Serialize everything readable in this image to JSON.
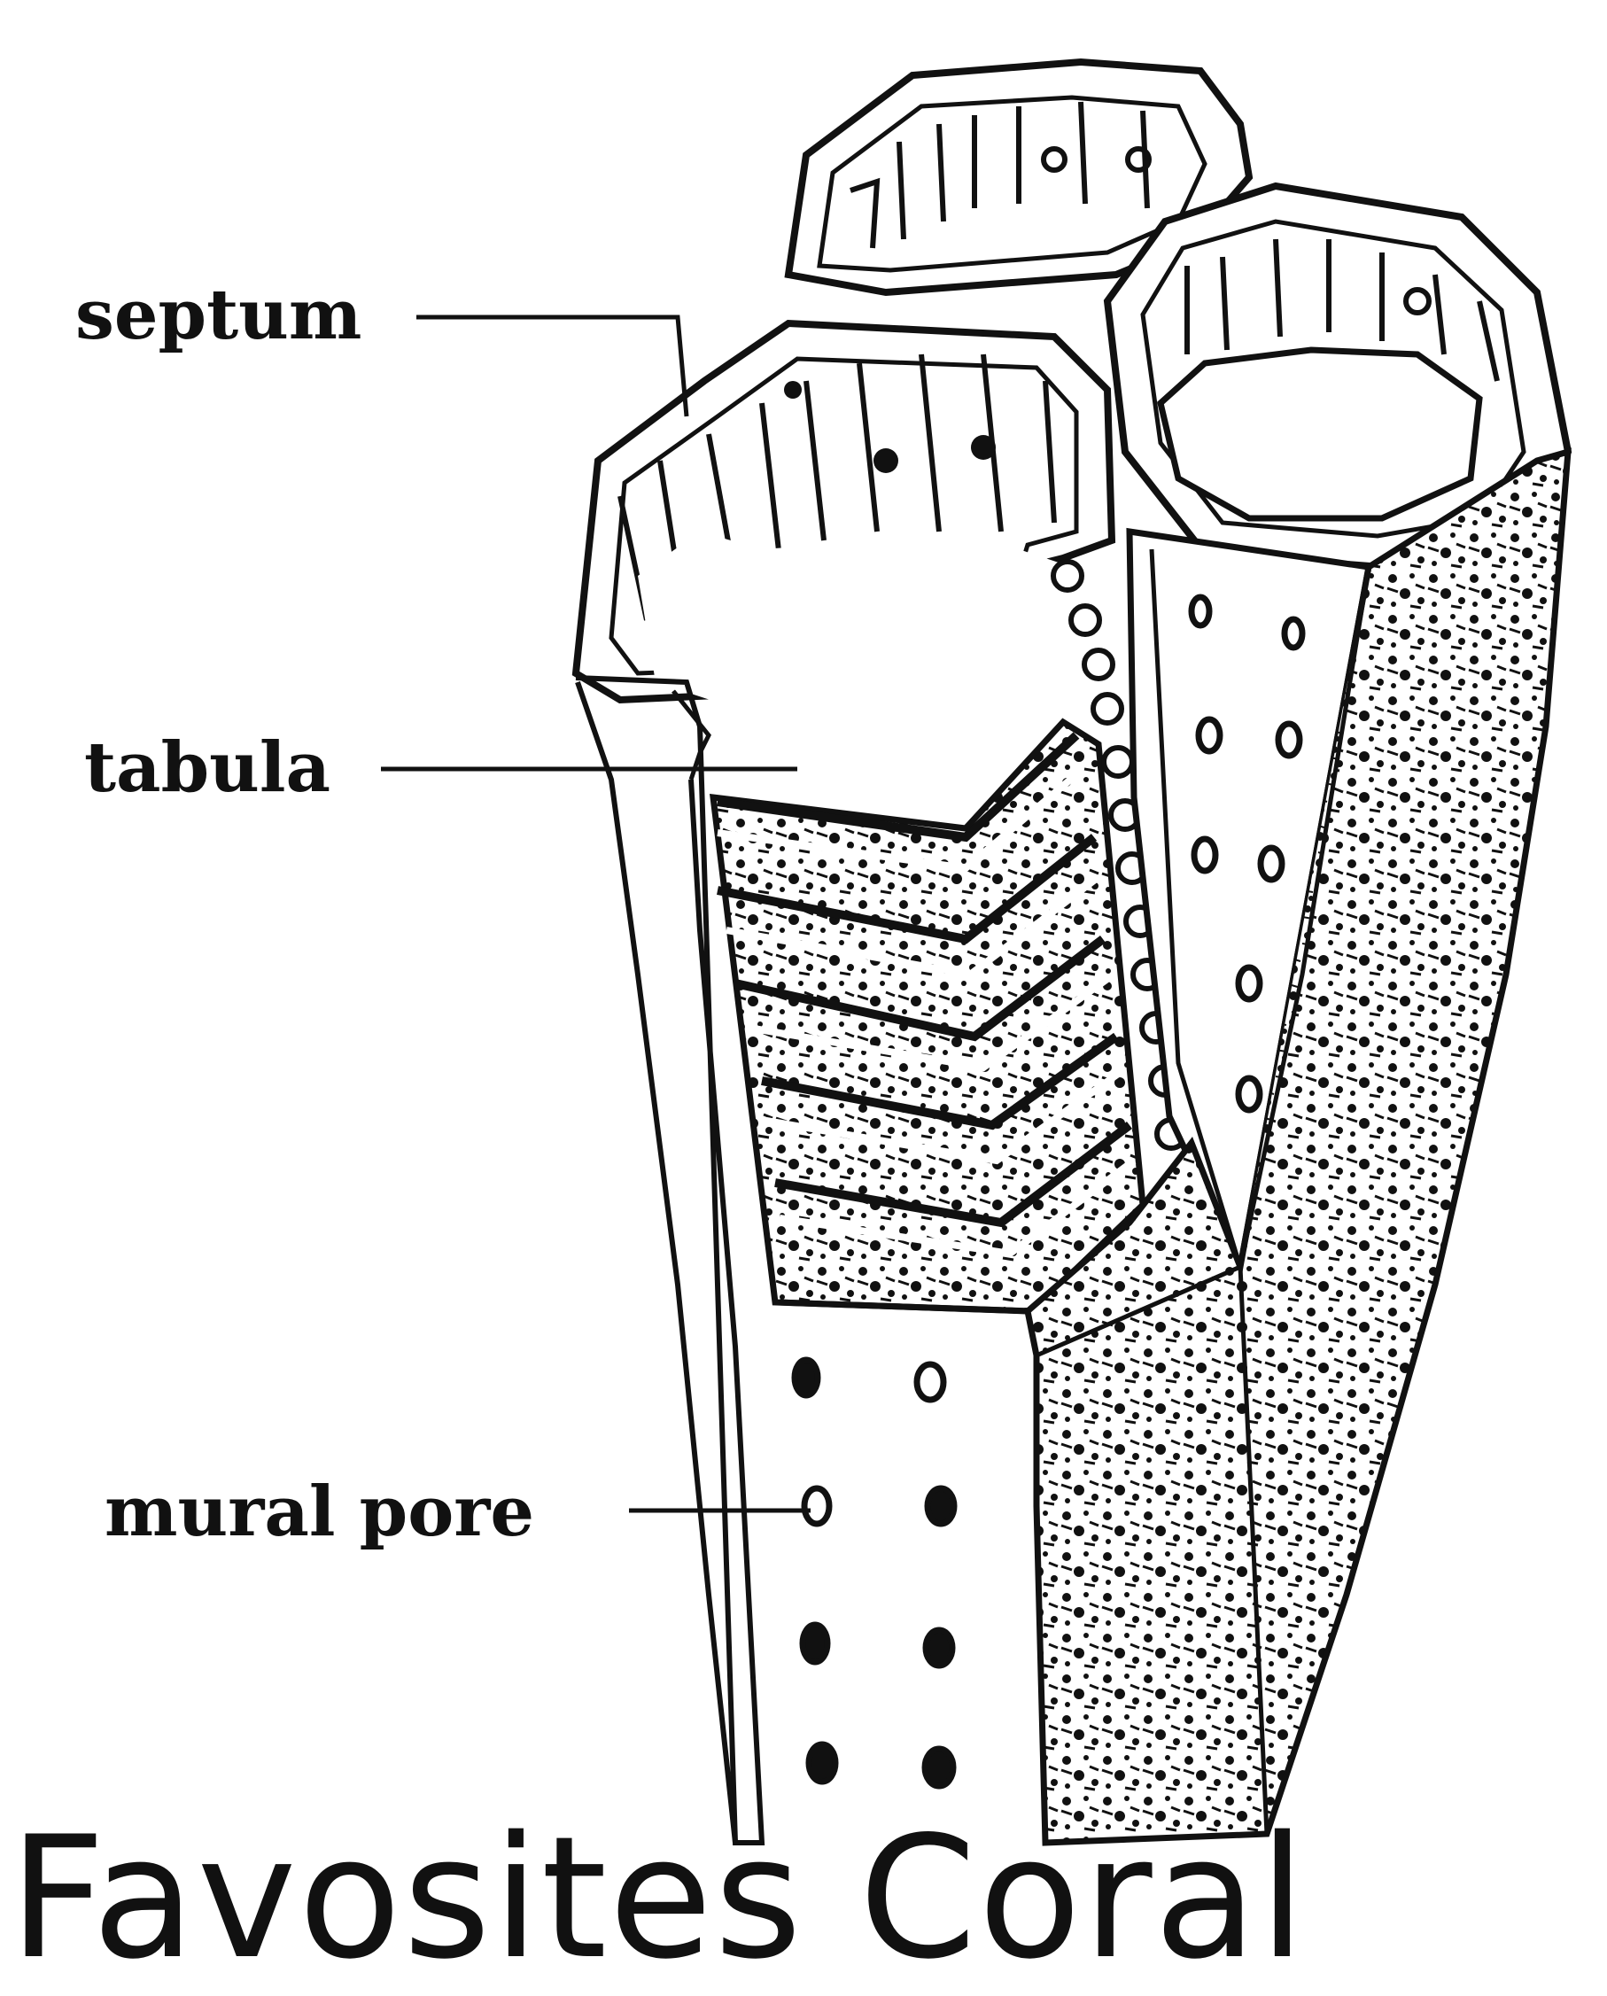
{
  "labels": {
    "septum": "septum",
    "tabula": "tabula",
    "mural_pore": "mural pore"
  },
  "caption": "Favosites Coral",
  "colors": {
    "ink": "#111111",
    "paper": "#ffffff",
    "stipple": "#3a3a3a"
  }
}
